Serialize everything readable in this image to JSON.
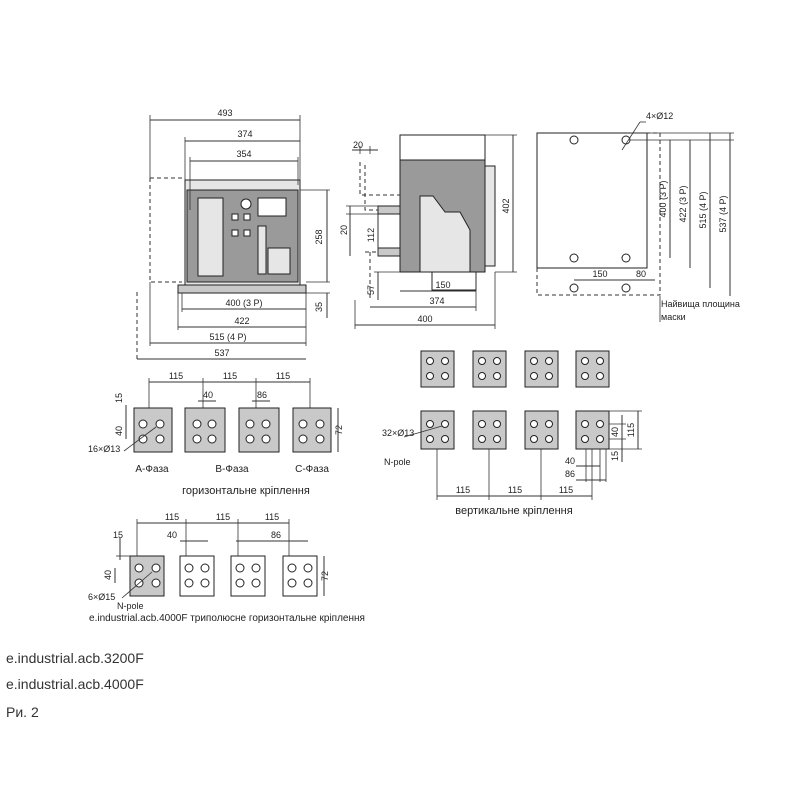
{
  "front_view": {
    "dims": {
      "w493": "493",
      "w374": "374",
      "w354": "354",
      "h258": "258",
      "h35": "35",
      "w400_3p": "400 (3 P)",
      "w422": "422",
      "w515_4p": "515 (4 P)",
      "w537": "537"
    }
  },
  "side_view": {
    "dims": {
      "d20_top": "20",
      "d20": "20",
      "d112": "112",
      "d57": "57",
      "h402": "402",
      "d150": "150",
      "d374": "374",
      "d400": "400"
    }
  },
  "mask_view": {
    "dims": {
      "holes": "4×Ø12",
      "h400_3p": "400 (3 P)",
      "h422_3p": "422 (3 P)",
      "h515_4p": "515 (4 P)",
      "h537_4p": "537 (4 P)",
      "d150": "150",
      "d80": "80"
    },
    "note_line1": "Найвища площина",
    "note_line2": "маски"
  },
  "horizontal_terminals": {
    "dims": {
      "p1": "115",
      "p2": "115",
      "p3": "115",
      "w40": "40",
      "w86": "86",
      "h15": "15",
      "h40": "40",
      "h72": "72",
      "holes": "16×Ø13"
    },
    "phase_a": "A-Фаза",
    "phase_b": "B-Фаза",
    "phase_c": "C-Фаза",
    "caption": "горизонтальне кріплення"
  },
  "vertical_terminals": {
    "dims": {
      "holes": "32×Ø13",
      "h40": "40",
      "h115": "115",
      "h15": "15",
      "w40": "40",
      "w86": "86",
      "p1": "115",
      "p2": "115",
      "p3": "115"
    },
    "npole": "N-pole",
    "caption": "вертикальне кріплення"
  },
  "threepole_terminals": {
    "dims": {
      "p1": "115",
      "p2": "115",
      "p3": "115",
      "w40": "40",
      "w86": "86",
      "h15": "15",
      "h40": "40",
      "h72": "72",
      "holes": "6×Ø15"
    },
    "npole": "N-pole",
    "caption": "e.industrial.acb.4000F триполюсне  горизонтальне кріплення"
  },
  "models": [
    "e.industrial.acb.3200F",
    "e.industrial.acb.4000F"
  ],
  "footer_cut": "Ри. 2"
}
